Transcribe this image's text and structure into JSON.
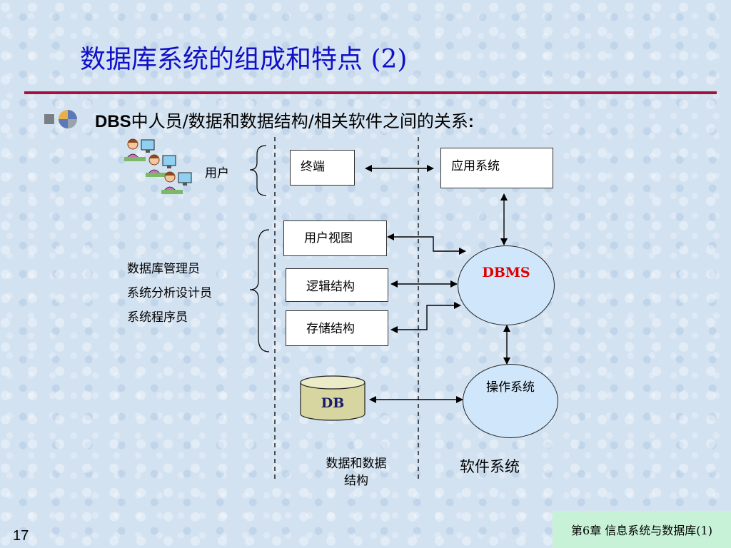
{
  "title": "数据库系统的组成和特点 (2)",
  "heading": {
    "prefix": "DBS",
    "text": "中人员/数据和数据结构/相关软件之间的关系",
    "colon": ":"
  },
  "diagram": {
    "users_label": "用户",
    "terminal": "终端",
    "app_system": "应用系统",
    "user_view": "用户视图",
    "logical_structure": "逻辑结构",
    "storage_structure": "存储结构",
    "dbms": "DBMS",
    "os": "操作系统",
    "db": "DB",
    "roles": [
      "数据库管理员",
      "系统分析设计员",
      "系统程序员"
    ],
    "col_data": [
      "数据和数据",
      "结构"
    ],
    "col_software": "软件系统"
  },
  "footer": "第6章  信息系统与数据库(1)",
  "page_number": "17",
  "colors": {
    "title": "#1010c8",
    "rule": "#a3123a",
    "dbms_text": "#e00000",
    "db_text": "#1a1a6e",
    "ellipse_fill": "#cfe6fb",
    "db_fill": "#d8d6a0",
    "footer_bg": "#c8f2d8"
  }
}
